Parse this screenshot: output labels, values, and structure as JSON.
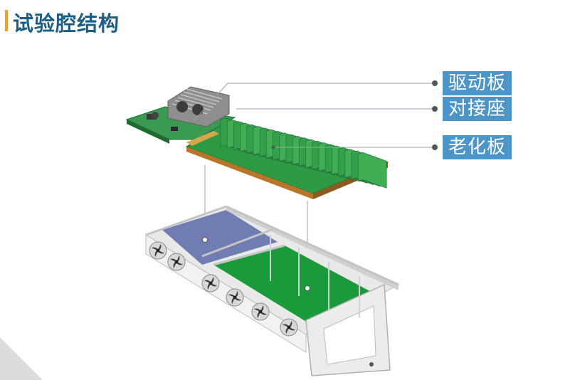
{
  "header": {
    "title": "试验腔结构"
  },
  "callouts": {
    "driver_board": "驱动板",
    "socket": "对接座",
    "burnin_board": "老化板"
  },
  "colors": {
    "title": "#1d5e84",
    "accent_bar": "#f0a020",
    "callout_bg": "#4c95c8",
    "pcb_green": "#2f9a46",
    "chassis_frame": "#c8c8c8",
    "driver_region": "#5a6aa8",
    "burnin_region": "#1a9a3a"
  }
}
